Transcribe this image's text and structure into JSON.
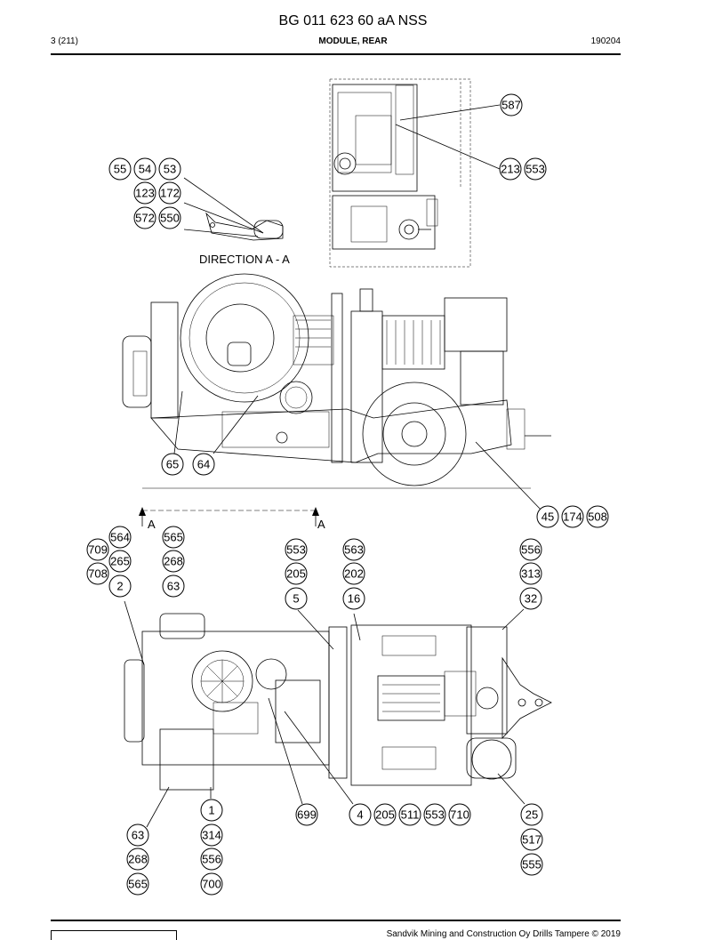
{
  "header": {
    "title": "BG 011 623 60 aA NSS",
    "page": "3 (211)",
    "section": "MODULE, REAR",
    "date": "190204"
  },
  "view_label": "DIRECTION  A - A",
  "section_marks": [
    "A",
    "A"
  ],
  "footer": {
    "copyright": "Sandvik Mining and Construction Oy Drills Tampere © 2019"
  },
  "callouts": [
    "587",
    "213",
    "553",
    "55",
    "54",
    "53",
    "123",
    "172",
    "572",
    "550",
    "65",
    "64",
    "45",
    "174",
    "508",
    "564",
    "565",
    "709",
    "265",
    "268",
    "708",
    "2",
    "63",
    "553",
    "205",
    "5",
    "563",
    "202",
    "16",
    "556",
    "313",
    "32",
    "1",
    "314",
    "556",
    "700",
    "63",
    "268",
    "565",
    "699",
    "4",
    "205",
    "511",
    "553",
    "710",
    "25",
    "517",
    "555"
  ]
}
